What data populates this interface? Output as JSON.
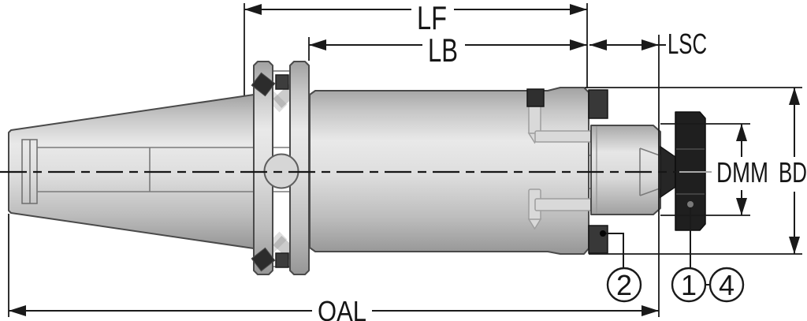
{
  "drawing": {
    "dims": {
      "lf": "LF",
      "lb": "LB",
      "lsc": "LSC",
      "dmm": "DMM",
      "bd": "BD",
      "oal": "OAL"
    },
    "callouts": {
      "two": "2",
      "one": "1",
      "four": "4"
    },
    "colors": {
      "background": "#ffffff",
      "line": "#1a1a1a",
      "part_outline": "#4a4a4a",
      "part_light": "#e8e8e8",
      "part_mid": "#cfcfcf",
      "part_dark": "#9a9a9a",
      "black_part": "#1f1f1f",
      "key_dark": "#383838",
      "slot_dark": "#2f2f2f",
      "channel_gray": "#d9d9d9"
    }
  }
}
